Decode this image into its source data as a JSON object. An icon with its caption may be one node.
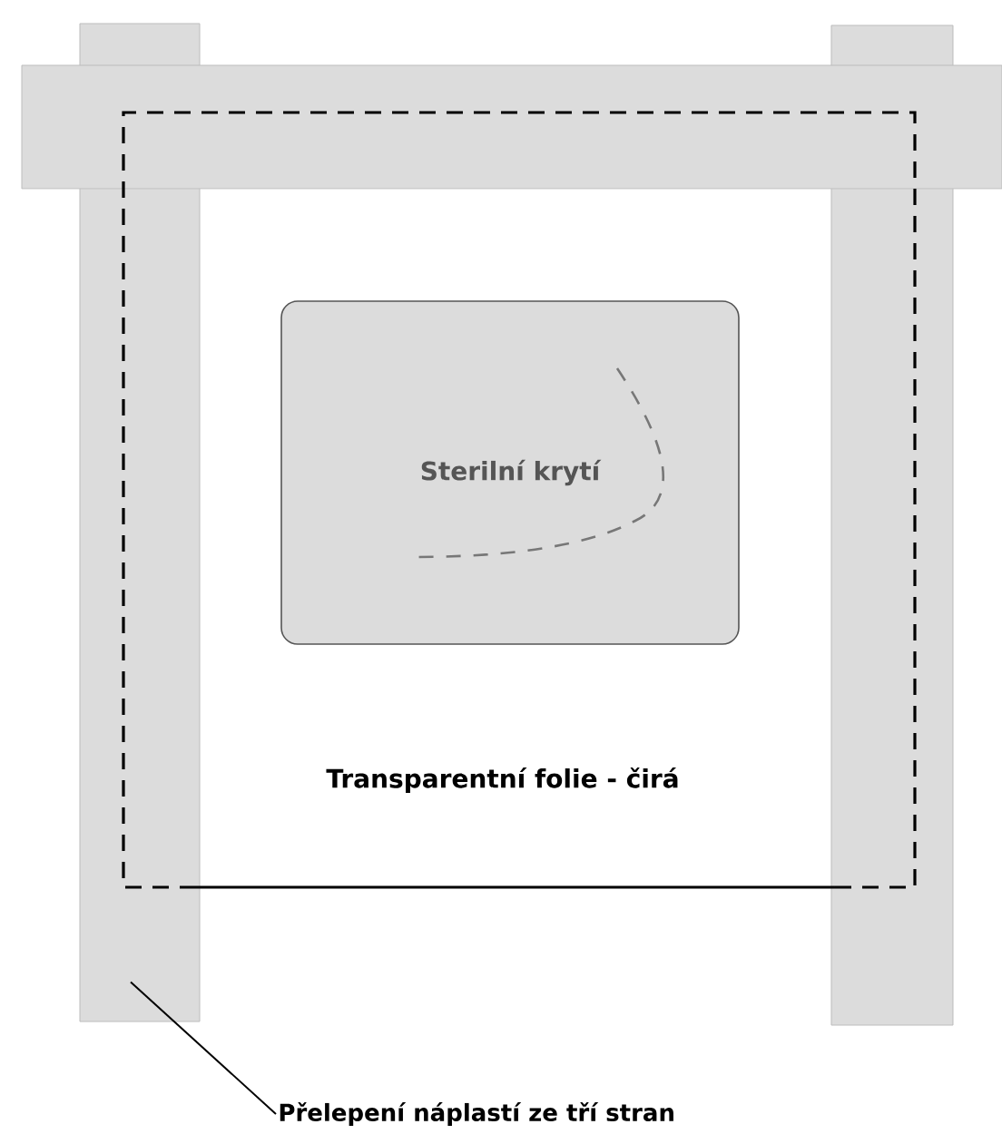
{
  "diagram": {
    "nodes": [
      {
        "text": [],
        "shape": "bar"
      },
      {
        "text": [
          "Sterilní krytí"
        ]
      },
      {
        "text": [
          "Přelepení náplastí ze tří stran"
        ]
      }
    ],
    "edges": [
      {
        "from": 2,
        "to": 0,
        "arrow": "none"
      }
    ],
    "labels": [
      "Transparentní folie - čirá"
    ]
  }
}
